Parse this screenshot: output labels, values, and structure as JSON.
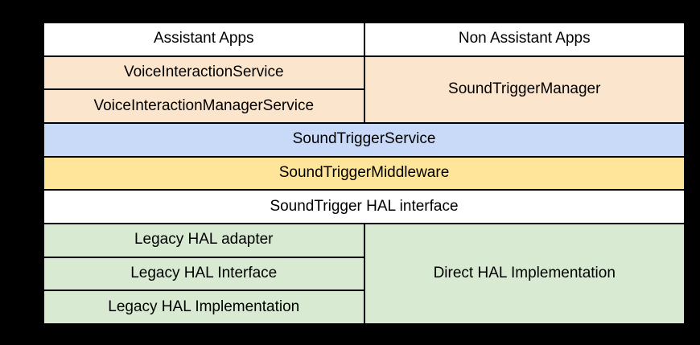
{
  "colors": {
    "background": "#000000",
    "border": "#000000",
    "text": "#000000",
    "apps_layer": "#ffffff",
    "framework_layer": "#fce5cd",
    "service_layer": "#c9daf8",
    "middleware_layer": "#ffe599",
    "hal_interface_layer": "#ffffff",
    "hal_layer": "#d9ead3"
  },
  "layers": {
    "apps": {
      "assistant": "Assistant Apps",
      "non_assistant": "Non Assistant Apps"
    },
    "framework": {
      "voice_interaction_service": "VoiceInteractionService",
      "voice_interaction_manager_service": "VoiceInteractionManagerService",
      "sound_trigger_manager": "SoundTriggerManager"
    },
    "service": {
      "sound_trigger_service": "SoundTriggerService"
    },
    "middleware": {
      "sound_trigger_middleware": "SoundTriggerMiddleware"
    },
    "hal_interface": {
      "label": "SoundTrigger HAL interface"
    },
    "hal": {
      "legacy_adapter": "Legacy HAL adapter",
      "legacy_interface": "Legacy HAL Interface",
      "legacy_implementation": "Legacy HAL Implementation",
      "direct_implementation": "Direct HAL Implementation"
    }
  }
}
